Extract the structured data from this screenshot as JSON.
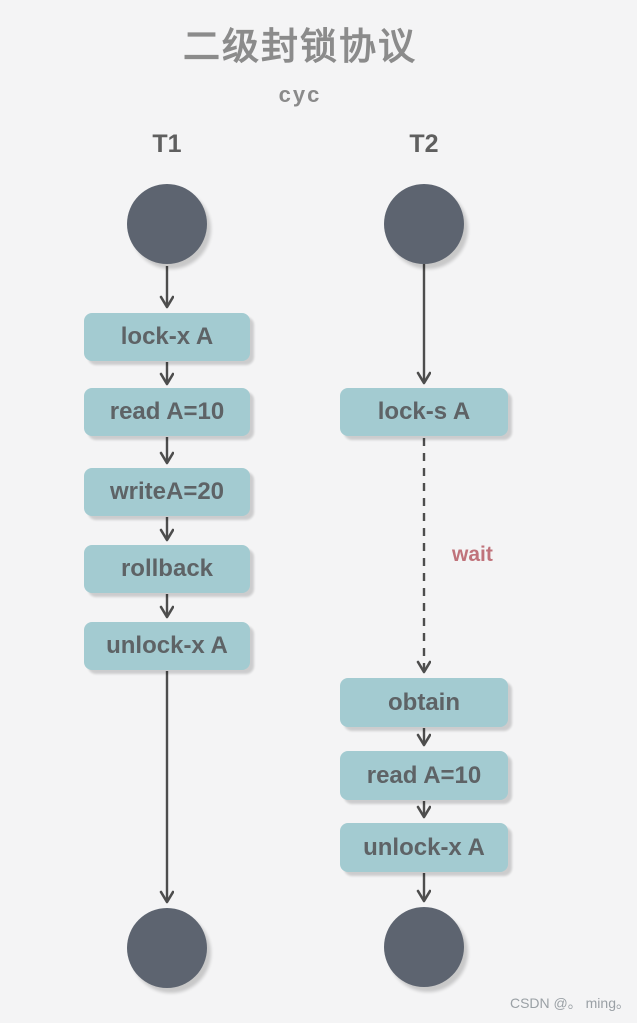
{
  "title": "二级封锁协议",
  "subtitle": "cyc",
  "watermark": "CSDN @。 ming。",
  "colors": {
    "background": "#f4f4f5",
    "node_fill": "#a3cbd1",
    "node_text": "#5e6366",
    "circle_fill": "#5d6470",
    "arrow": "#4d4d4d",
    "wait_text": "#c0737b",
    "title_text": "#8b8b8b",
    "watermark_text": "#9aa0a5"
  },
  "lanes": [
    {
      "id": "t1",
      "label": "T1",
      "steps": [
        "lock-x A",
        "read A=10",
        "writeA=20",
        "rollback",
        "unlock-x A"
      ]
    },
    {
      "id": "t2",
      "label": "T2",
      "steps": [
        "lock-s A",
        "obtain",
        "read A=10",
        "unlock-x A"
      ],
      "wait_label": "wait"
    }
  ]
}
